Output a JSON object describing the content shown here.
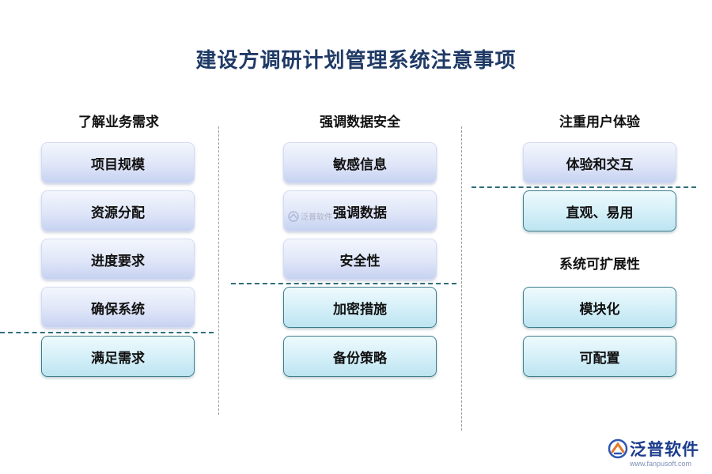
{
  "title": "建设方调研计划管理系统注意事项",
  "columns": [
    {
      "heading": "了解业务需求",
      "items": [
        "项目规模",
        "资源分配",
        "进度要求",
        "确保系统",
        "满足需求"
      ]
    },
    {
      "heading": "强调数据安全",
      "items": [
        "敏感信息",
        "强调数据",
        "安全性",
        "加密措施",
        "备份策略"
      ]
    },
    {
      "heading": "注重用户体验",
      "items": [
        "体验和交互",
        "直观、易用"
      ],
      "sub_heading": "系统可扩展性",
      "sub_items": [
        "模块化",
        "可配置"
      ]
    }
  ],
  "watermark": {
    "text": "泛普软件"
  },
  "brand": {
    "name": "泛普软件",
    "url": "www.fanpusoft.com"
  },
  "colors": {
    "title": "#1f3a66",
    "box_blue_fill": "#dfe6f8",
    "box_teal_fill": "#d3eff8",
    "teal_border": "#3f7d8b",
    "divider": "#9a9a9a",
    "brand": "#1c3c8c"
  }
}
